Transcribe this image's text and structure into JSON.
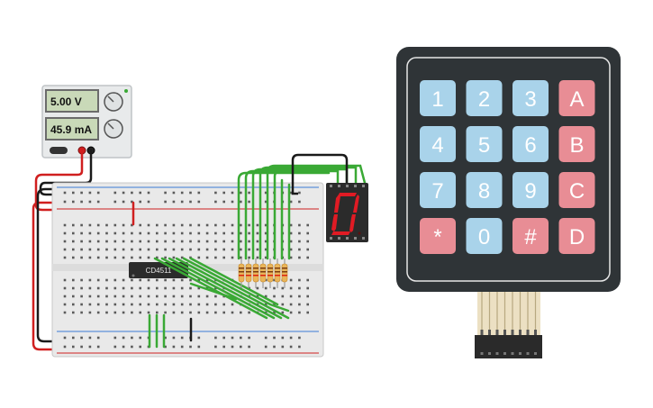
{
  "power_supply": {
    "voltage": "5.00 V",
    "current": "45.9 mA"
  },
  "display": {
    "digit": "0"
  },
  "chip": {
    "label": "CD4511"
  },
  "keypad": {
    "keys": [
      "1",
      "2",
      "3",
      "A",
      "4",
      "5",
      "6",
      "B",
      "7",
      "8",
      "9",
      "C",
      "*",
      "0",
      "#",
      "D"
    ]
  },
  "colors": {
    "number_key": "#a9d3ea",
    "letter_key": "#e88d95",
    "keypad_body": "#2f3437",
    "segment_on": "#e01b24",
    "wire_green": "#3aa935",
    "wire_red": "#d01f1f",
    "wire_black": "#1a1a1a"
  }
}
